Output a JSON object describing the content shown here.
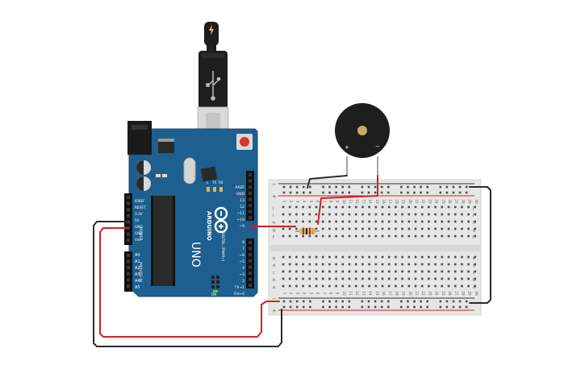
{
  "colors": {
    "board": "#1d5f8f",
    "board_dark": "#174d75",
    "breadboard": "#e6e6e6",
    "rail_red": "#d22222",
    "rail_dark": "#333333",
    "wire_red": "#d42020",
    "wire_black": "#2b2b2b",
    "buzzer": "#1e1e1e"
  },
  "arduino": {
    "brand": "ARDUINO",
    "model": "UNO",
    "digital_label": "DIGITAL (PWM~)",
    "power_label": "POWER",
    "analog_label": "ANALOG IN",
    "leds": [
      "L",
      "TX",
      "RX"
    ],
    "on_label": "ON",
    "power_pins": [
      "IOREF",
      "RESET",
      "3.3V",
      "5V",
      "GND",
      "GND",
      "Vin"
    ],
    "analog_pins": [
      "A0",
      "A1",
      "A2",
      "A3",
      "A4",
      "A5"
    ],
    "digital_pins": [
      "AREF",
      "GND",
      "13",
      "12",
      "~11",
      "~10",
      "~9",
      "8",
      "7",
      "~6",
      "~5",
      "4",
      "~3",
      "2",
      "TX→1",
      "RX←0"
    ]
  },
  "breadboard": {
    "row_letters_top": [
      "j",
      "i",
      "h",
      "g",
      "f"
    ],
    "row_letters_bottom": [
      "e",
      "d",
      "c",
      "b",
      "a"
    ],
    "column_numbers": [
      "1",
      "2",
      "3",
      "4",
      "5",
      "6",
      "7",
      "8",
      "9",
      "10",
      "11",
      "12",
      "13",
      "14",
      "15",
      "16",
      "17",
      "18",
      "19",
      "20",
      "21",
      "22",
      "23",
      "24",
      "25",
      "26",
      "27",
      "28",
      "29",
      "30"
    ],
    "rail_minus": "−",
    "rail_plus": "+"
  },
  "buzzer": {
    "plus": "+",
    "minus": "−"
  }
}
